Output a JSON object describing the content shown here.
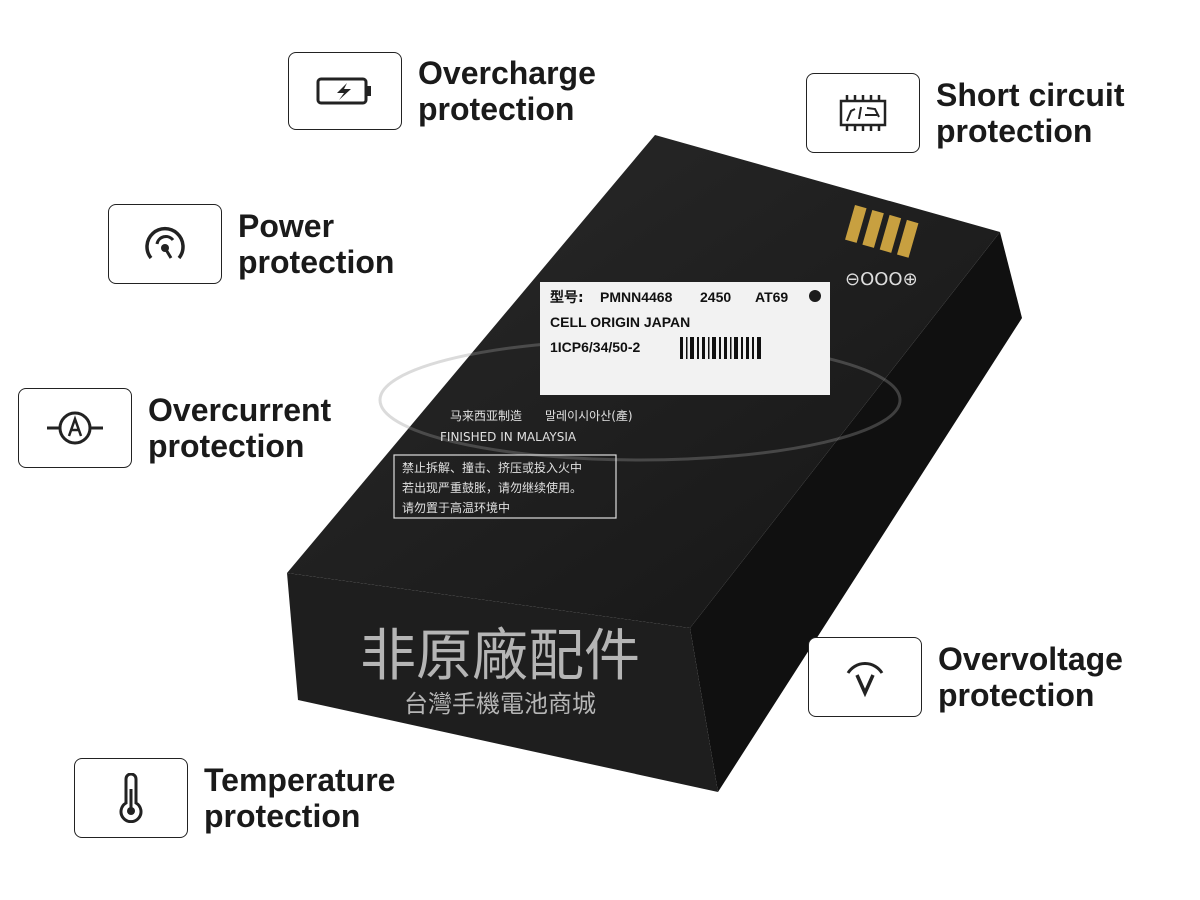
{
  "features": [
    {
      "id": "overcharge",
      "icon": "battery-charging-icon",
      "line1": "Overcharge",
      "line2": "protection"
    },
    {
      "id": "short-circuit",
      "icon": "circuit-chip-icon",
      "line1": "Short circuit",
      "line2": "protection"
    },
    {
      "id": "power",
      "icon": "power-gauge-icon",
      "line1": "Power",
      "line2": "protection"
    },
    {
      "id": "overcurrent",
      "icon": "ammeter-icon",
      "line1": "Overcurrent",
      "line2": "protection"
    },
    {
      "id": "overvoltage",
      "icon": "voltmeter-icon",
      "line1": "Overvoltage",
      "line2": "protection"
    },
    {
      "id": "temperature",
      "icon": "thermometer-icon",
      "line1": "Temperature",
      "line2": "protection"
    }
  ],
  "battery": {
    "model_prefix": "型号:",
    "model": "PMNN4468",
    "capacity": "2450",
    "code": "AT69",
    "cell_origin": "CELL ORIGIN JAPAN",
    "cell_spec": "1ICP6/34/50-2",
    "made_cn": "马来西亚制造",
    "made_kr": "말레이시아산(產)",
    "made_en": "FINISHED IN MALAYSIA",
    "warning_1": "禁止拆解、撞击、挤压或投入火中",
    "warning_2": "若出现严重鼓胀，请勿继续使用。",
    "warning_3": "请勿置于高温环境中",
    "terminals": "⊖OOO⊕"
  },
  "watermark": {
    "line1": "非原廠配件",
    "line2": "台灣手機電池商城"
  },
  "colors": {
    "battery_body": "#1c1c1c",
    "label": "#f2f2f2",
    "text": "#1a1a1a"
  }
}
